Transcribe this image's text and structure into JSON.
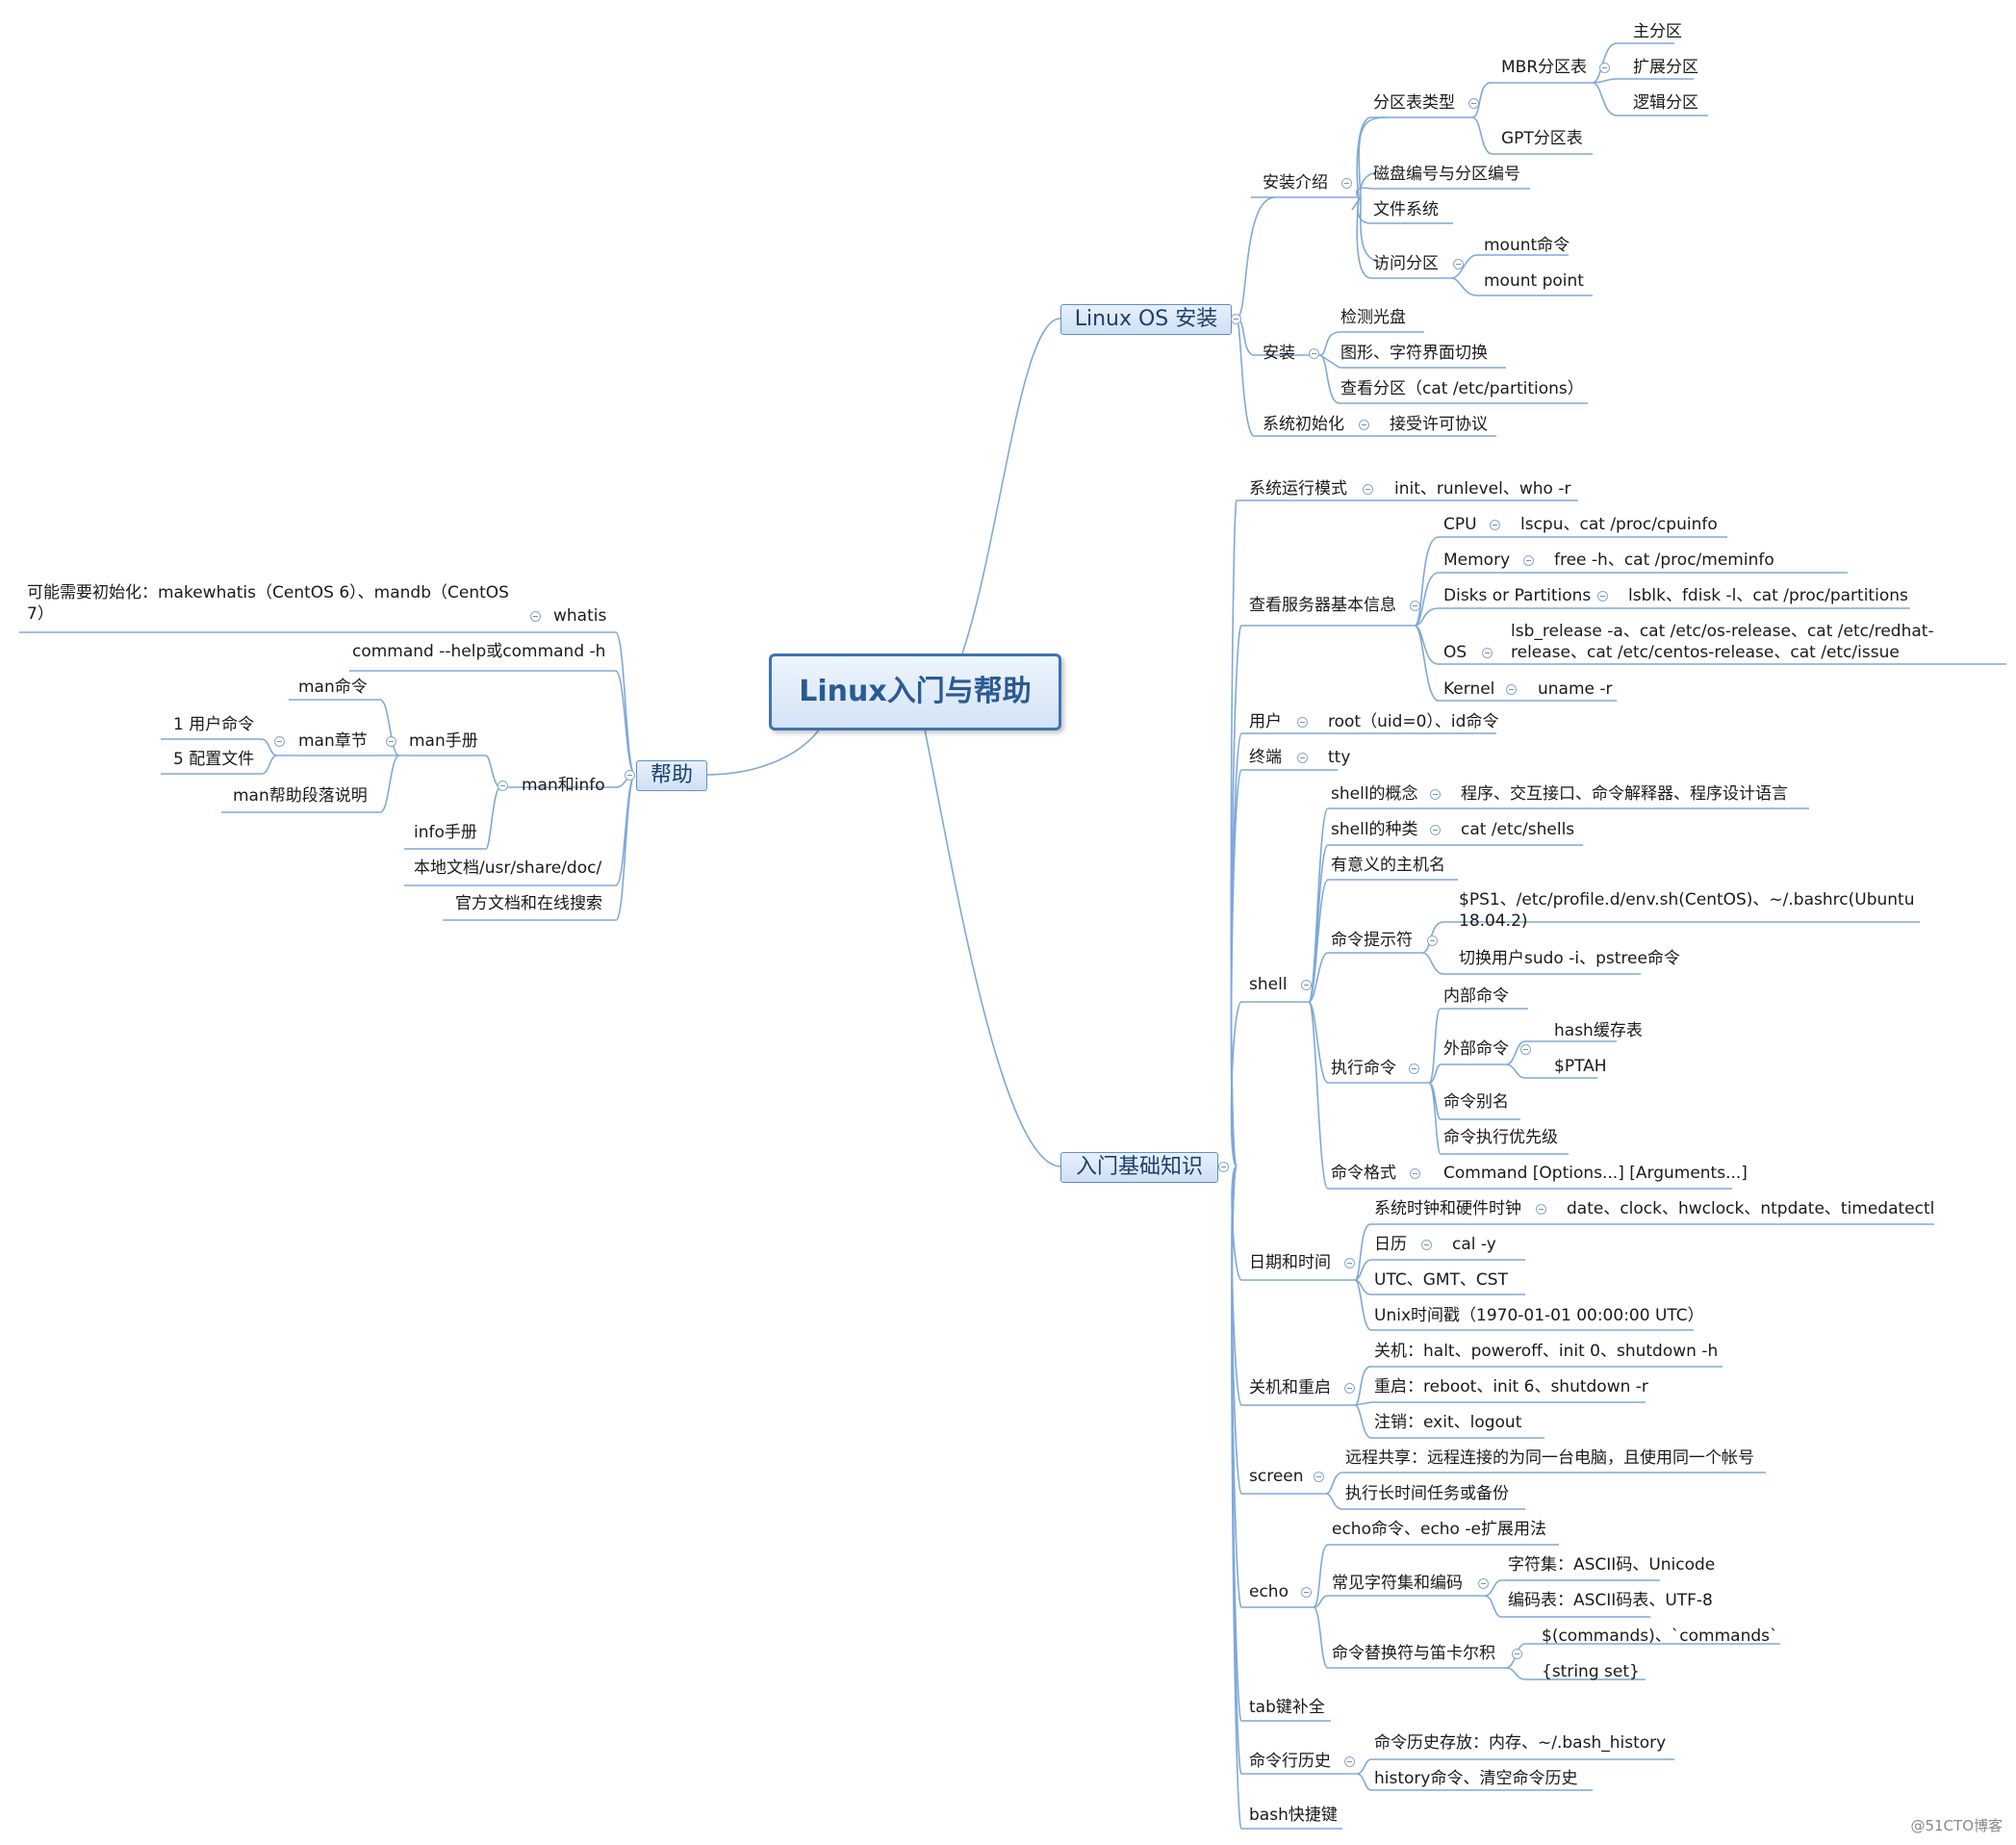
{
  "central": "Linux入门与帮助",
  "branches": {
    "linux_os_install": "Linux OS 安装",
    "basics": "入门基础知识",
    "help": "帮助"
  },
  "watermark": "@51CTO博客",
  "install": {
    "intro": "安装介绍",
    "partition_type": "分区表类型",
    "mbr": "MBR分区表",
    "primary": "主分区",
    "extended": "扩展分区",
    "logical": "逻辑分区",
    "gpt": "GPT分区表",
    "disk_numbering": "磁盘编号与分区编号",
    "filesystem": "文件系统",
    "access_partition": "访问分区",
    "mount_cmd": "mount命令",
    "mount_point": "mount point",
    "install": "安装",
    "check_disc": "检测光盘",
    "gui_switch": "图形、字符界面切换",
    "view_partitions": "查看分区（cat /etc/partitions）",
    "sys_init": "系统初始化",
    "accept_license": "接受许可协议"
  },
  "basics": {
    "run_mode": "系统运行模式",
    "run_mode_cmds": "init、runlevel、who -r",
    "server_info": "查看服务器基本信息",
    "cpu": "CPU",
    "cpu_cmd": "lscpu、cat /proc/cpuinfo",
    "memory": "Memory",
    "memory_cmd": "free -h、cat /proc/meminfo",
    "disks": "Disks or Partitions",
    "disks_cmd": "lsblk、fdisk -l、cat /proc/partitions",
    "os": "OS",
    "os_cmd": "lsb_release -a、cat /etc/os-release、cat /etc/redhat-release、cat /etc/centos-release、cat /etc/issue",
    "kernel": "Kernel",
    "kernel_cmd": "uname -r",
    "user": "用户",
    "user_cmd": "root（uid=0）、id命令",
    "terminal": "终端",
    "terminal_cmd": "tty",
    "shell": "shell",
    "shell_concept": "shell的概念",
    "shell_concept_desc": "程序、交互接口、命令解释器、程序设计语言",
    "shell_types": "shell的种类",
    "shell_types_cmd": "cat /etc/shells",
    "hostname": "有意义的主机名",
    "prompt": "命令提示符",
    "prompt_ps1": "$PS1、/etc/profile.d/env.sh(CentOS)、~/.bashrc(Ubuntu 18.04.2)",
    "prompt_switch": "切换用户sudo -i、pstree命令",
    "exec_cmd": "执行命令",
    "internal_cmd": "内部命令",
    "external_cmd": "外部命令",
    "hash_cache": "hash缓存表",
    "ptah": "$PTAH",
    "alias": "命令别名",
    "exec_priority": "命令执行优先级",
    "cmd_format": "命令格式",
    "cmd_format_desc": "Command [Options...] [Arguments...]",
    "datetime": "日期和时间",
    "clock": "系统时钟和硬件时钟",
    "clock_cmds": "date、clock、hwclock、ntpdate、timedatectl",
    "calendar": "日历",
    "calendar_cmd": "cal -y",
    "timezones": "UTC、GMT、CST",
    "unix_ts": "Unix时间戳（1970-01-01 00:00:00 UTC）",
    "shutdown": "关机和重启",
    "poweroff": "关机：halt、poweroff、init 0、shutdown -h",
    "reboot": "重启：reboot、init 6、shutdown -r",
    "logout": "注销：exit、logout",
    "screen": "screen",
    "screen_share": "远程共享：远程连接的为同一台电脑，且使用同一个帐号",
    "screen_long": "执行长时间任务或备份",
    "echo": "echo",
    "echo_cmd": "echo命令、echo -e扩展用法",
    "charset": "常见字符集和编码",
    "charset_a": "字符集：ASCII码、Unicode",
    "charset_b": "编码表：ASCII码表、UTF-8",
    "cmd_subst": "命令替换符与笛卡尔积",
    "cmd_subst_a": "$(commands)、`commands`",
    "cmd_subst_b": "{string set}",
    "tab_complete": "tab键补全",
    "history": "命令行历史",
    "history_store": "命令历史存放：内存、~/.bash_history",
    "history_cmd": "history命令、清空命令历史",
    "bash_keys": "bash快捷键"
  },
  "help": {
    "whatis": "whatis",
    "whatis_init": "可能需要初始化：makewhatis（CentOS 6）、mandb（CentOS 7）",
    "command_help": "command --help或command -h",
    "man_info": "man和info",
    "man_manual": "man手册",
    "man_cmd": "man命令",
    "man_section": "man章节",
    "section_1": "1 用户命令",
    "section_5": "5 配置文件",
    "man_paragraph": "man帮助段落说明",
    "info_manual": "info手册",
    "local_docs": "本地文档/usr/share/doc/",
    "official_docs": "官方文档和在线搜索"
  }
}
